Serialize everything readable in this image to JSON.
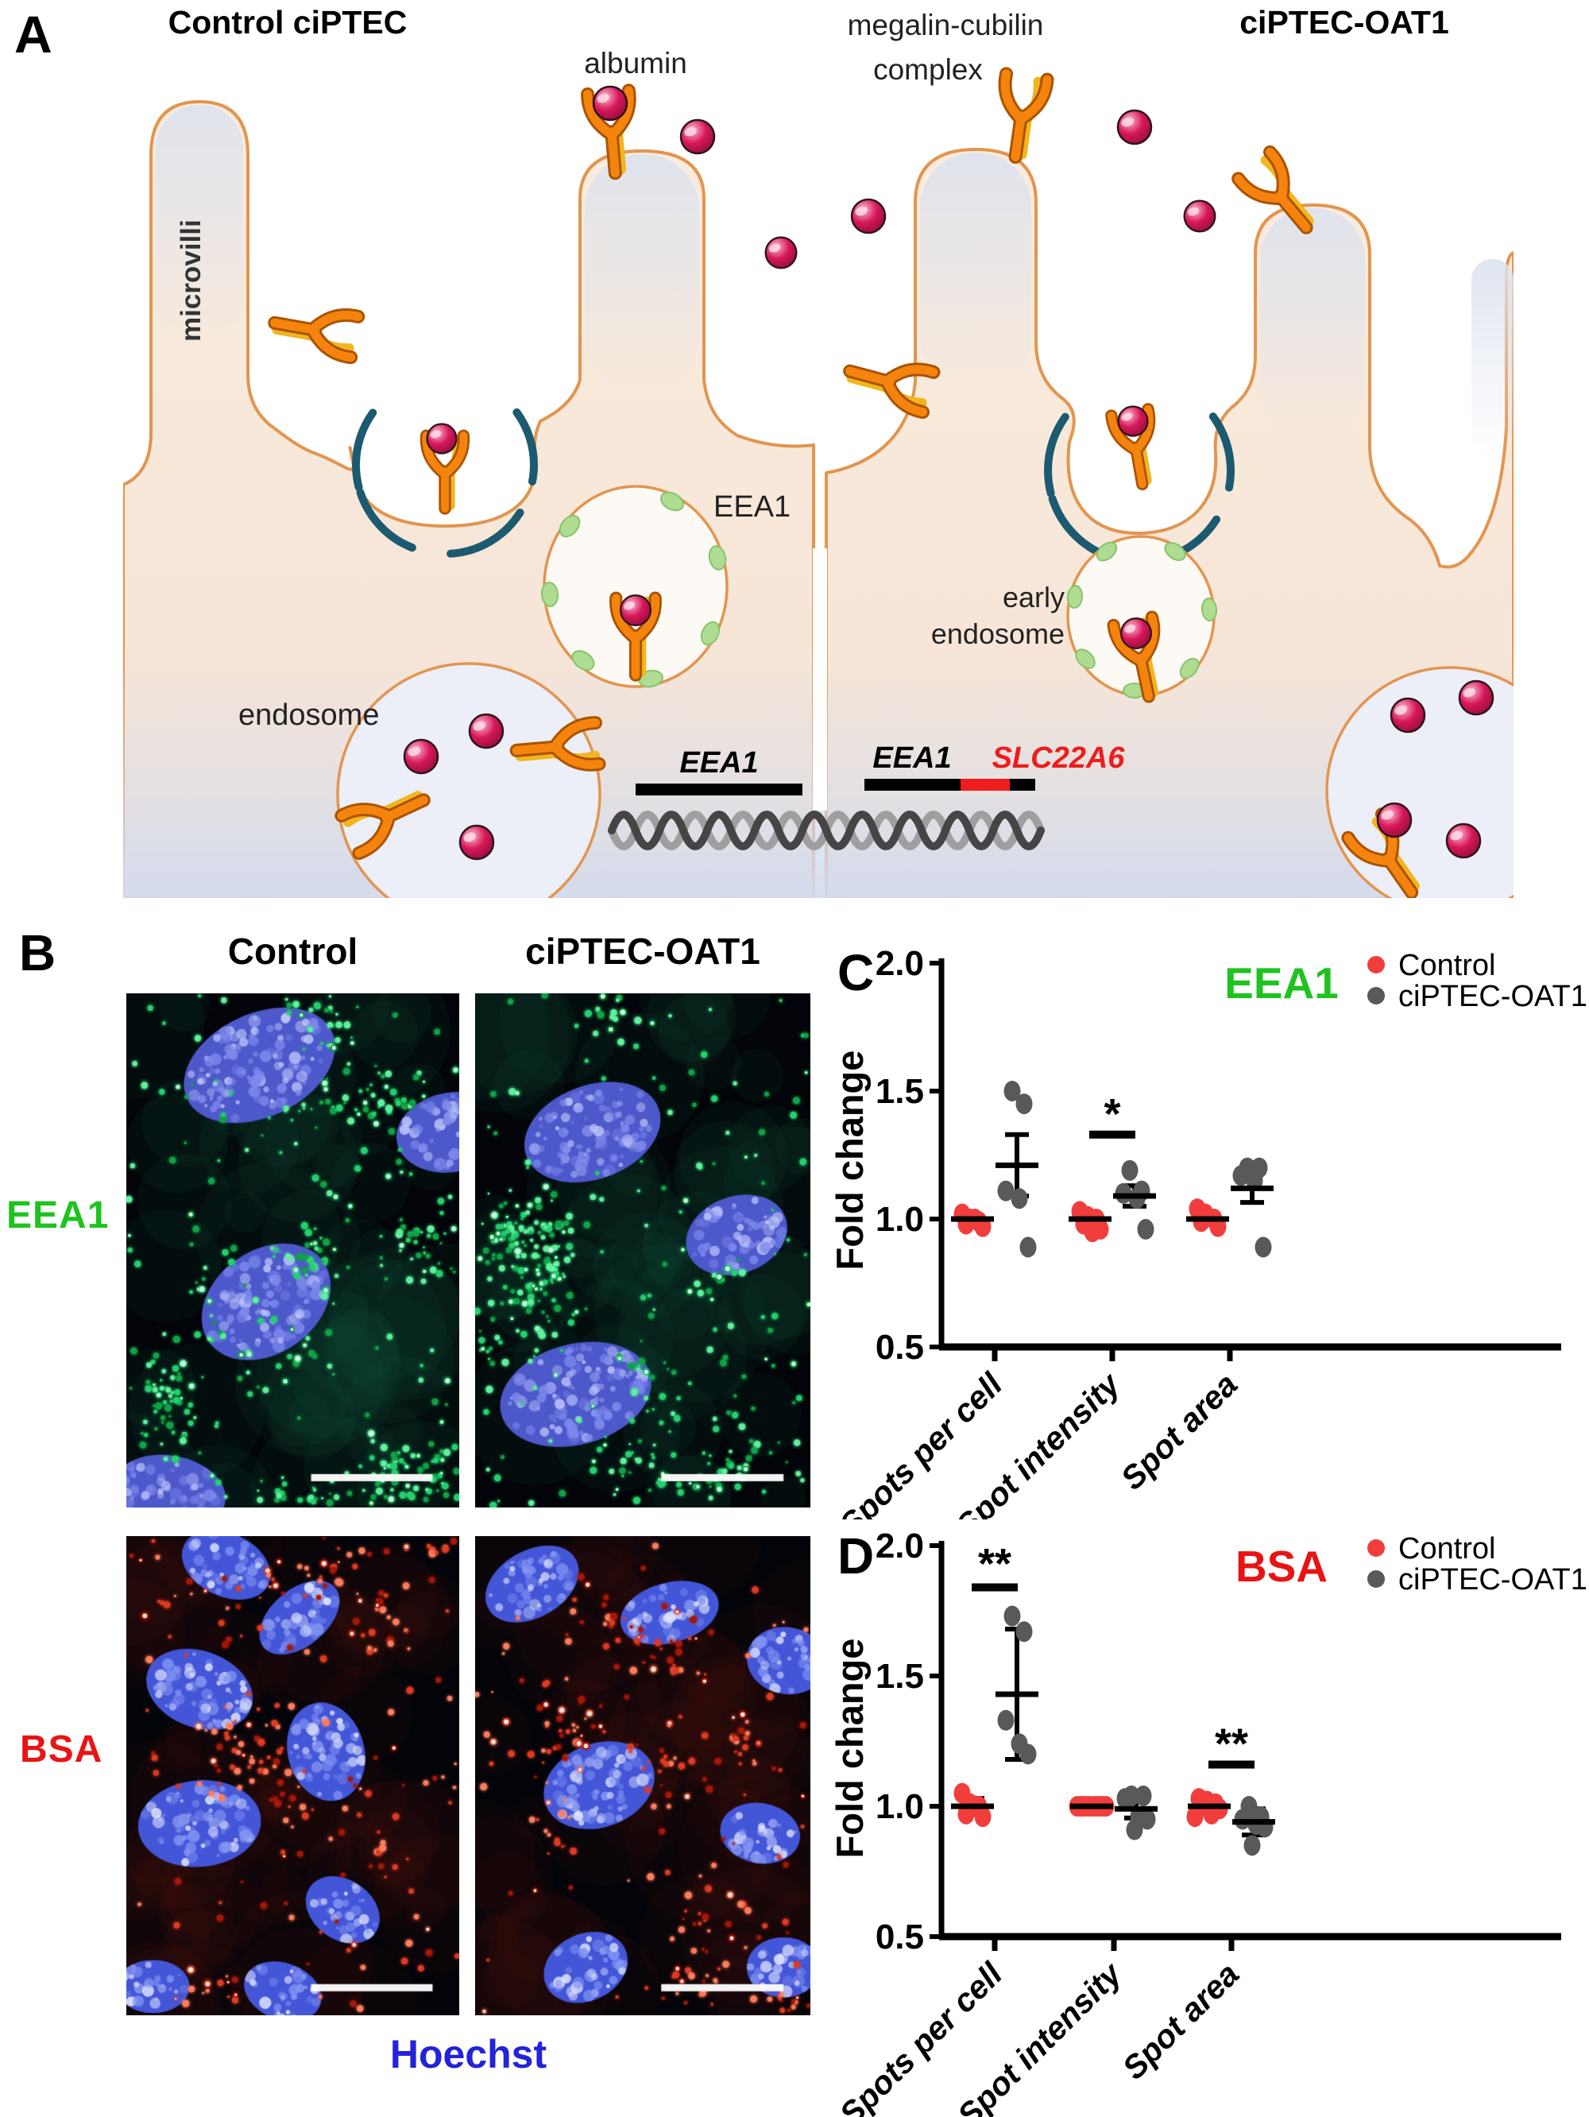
{
  "panel_a": {
    "label": "A",
    "title_left": "Control ciPTEC",
    "title_right": "ciPTEC-OAT1",
    "albumin_label": "albumin",
    "megalin_label_line1": "megalin-cubilin",
    "megalin_label_line2": "complex",
    "microvilli_label": "microvilli",
    "eea1_label": "EEA1",
    "early_endosome_line1": "early",
    "early_endosome_line2": "endosome",
    "endosome_label": "endosome",
    "gene_left_label": "EEA1",
    "gene_right_label": "EEA1",
    "gene_right_label2": "SLC22A6",
    "colors": {
      "membrane": "#e2954f",
      "cell_fill": "#f8e9da",
      "clathrin": "#1c5a70",
      "receptor_orange": "#f5840e",
      "receptor_outline": "#aa5300",
      "receptor_yellow": "#f2b51d",
      "albumin_ball": "#d6175a",
      "eea1_dot_green": "#aedd92",
      "gene_bar_black": "#000000",
      "slc22a6_red": "#ee1c1c"
    }
  },
  "panel_b": {
    "label": "B",
    "column_headers": [
      "Control",
      "ciPTEC-OAT1"
    ],
    "row_labels": [
      {
        "text": "EEA1",
        "color": "#1fc31f"
      },
      {
        "text": "BSA",
        "color": "#e81414"
      }
    ],
    "footer_label": {
      "text": "Hoechst",
      "color": "#2323d9"
    },
    "stain_note": "scale-bar",
    "images": [
      {
        "name": "eea1-control",
        "row": "EEA1",
        "column": "Control",
        "seed": 7,
        "speckle_count": 520,
        "nuclei": [
          [
            0.4,
            0.14,
            0.24,
            0.155,
            -25
          ],
          [
            0.98,
            0.27,
            0.17,
            0.12,
            -10
          ],
          [
            0.42,
            0.6,
            0.21,
            0.155,
            -35
          ],
          [
            0.13,
            0.97,
            0.17,
            0.11,
            10
          ]
        ]
      },
      {
        "name": "eea1-oat1",
        "row": "EEA1",
        "column": "ciPTEC-OAT1",
        "seed": 11,
        "speckle_count": 470,
        "nuclei": [
          [
            0.35,
            0.27,
            0.21,
            0.14,
            -20
          ],
          [
            0.78,
            0.47,
            0.155,
            0.115,
            -20
          ],
          [
            0.3,
            0.78,
            0.23,
            0.15,
            -15
          ]
        ]
      },
      {
        "name": "bsa-control",
        "row": "BSA",
        "column": "Control",
        "seed": 23,
        "speckle_count": 300,
        "nuclei": [
          [
            0.3,
            0.06,
            0.14,
            0.095,
            25
          ],
          [
            0.52,
            0.17,
            0.14,
            0.085,
            -40
          ],
          [
            0.22,
            0.32,
            0.165,
            0.115,
            20
          ],
          [
            0.6,
            0.45,
            0.115,
            0.15,
            -15
          ],
          [
            0.22,
            0.6,
            0.185,
            0.13,
            -5
          ],
          [
            0.65,
            0.78,
            0.12,
            0.09,
            35
          ],
          [
            0.08,
            0.94,
            0.11,
            0.08,
            0
          ],
          [
            0.47,
            0.95,
            0.12,
            0.085,
            20
          ]
        ]
      },
      {
        "name": "bsa-oat1",
        "row": "BSA",
        "column": "ciPTEC-OAT1",
        "seed": 31,
        "speckle_count": 330,
        "nuclei": [
          [
            0.17,
            0.1,
            0.15,
            0.1,
            -30
          ],
          [
            0.58,
            0.16,
            0.15,
            0.09,
            -15
          ],
          [
            0.93,
            0.26,
            0.12,
            0.1,
            10
          ],
          [
            0.37,
            0.52,
            0.17,
            0.125,
            -20
          ],
          [
            0.85,
            0.62,
            0.12,
            0.09,
            10
          ],
          [
            0.33,
            0.9,
            0.13,
            0.1,
            -25
          ],
          [
            0.92,
            0.9,
            0.11,
            0.09,
            0
          ]
        ]
      }
    ]
  },
  "chart_data": [
    {
      "id": "C",
      "type": "scatter",
      "panel_label": "C",
      "title": "EEA1",
      "title_color": "#1fc31f",
      "ylabel": "Fold change",
      "ylim": [
        0.5,
        2.0
      ],
      "yticks": [
        "0.5",
        "1.0",
        "1.5",
        "2.0"
      ],
      "categories": [
        "Spots per cell",
        "Spot intensity",
        "Spot area"
      ],
      "legend": [
        {
          "label": "Control",
          "color": "#f23d3d"
        },
        {
          "label": "ciPTEC-OAT1",
          "color": "#58595b"
        }
      ],
      "grid": false,
      "groups": [
        {
          "category": "Spots per cell",
          "control": {
            "values": [
              1.02,
              1.0,
              0.99,
              0.98,
              0.97,
              1.0
            ],
            "mean": 1.0,
            "error": 0.012
          },
          "ciptec_oat1": {
            "values": [
              1.5,
              1.45,
              1.11,
              1.08,
              0.89
            ],
            "mean": 1.21,
            "error": 0.12
          },
          "significance": null
        },
        {
          "category": "Spot intensity",
          "control": {
            "values": [
              1.03,
              1.01,
              1.0,
              0.98,
              0.96,
              0.95
            ],
            "mean": 1.0,
            "error": 0.012
          },
          "ciptec_oat1": {
            "values": [
              1.19,
              1.11,
              1.1,
              1.08,
              0.96
            ],
            "mean": 1.09,
            "error": 0.04
          },
          "significance": {
            "label": "*",
            "bar_y": 1.33,
            "label_y": 1.41
          }
        },
        {
          "category": "Spot area",
          "control": {
            "values": [
              1.04,
              1.02,
              1.0,
              0.99,
              0.97
            ],
            "mean": 1.0,
            "error": 0.012
          },
          "ciptec_oat1": {
            "values": [
              1.2,
              1.2,
              1.17,
              1.15,
              0.89
            ],
            "mean": 1.12,
            "error": 0.055
          },
          "significance": null
        }
      ]
    },
    {
      "id": "D",
      "type": "scatter",
      "panel_label": "D",
      "title": "BSA",
      "title_color": "#e81414",
      "ylabel": "Fold change",
      "ylim": [
        0.5,
        2.0
      ],
      "yticks": [
        "0.5",
        "1.0",
        "1.5",
        "2.0"
      ],
      "categories": [
        "Spots per cell",
        "Spot intensity",
        "Spot area"
      ],
      "legend": [
        {
          "label": "Control",
          "color": "#f23d3d"
        },
        {
          "label": "ciPTEC-OAT1",
          "color": "#58595b"
        }
      ],
      "grid": false,
      "groups": [
        {
          "category": "Spots per cell",
          "control": {
            "values": [
              1.05,
              1.01,
              1.0,
              0.97,
              0.96
            ],
            "mean": 1.0,
            "error": 0.03
          },
          "ciptec_oat1": {
            "values": [
              1.73,
              1.67,
              1.33,
              1.24,
              1.2
            ],
            "mean": 1.43,
            "error": 0.25
          },
          "significance": {
            "label": "**",
            "bar_y": 1.84,
            "label_y": 1.93
          }
        },
        {
          "category": "Spot intensity",
          "control": {
            "values": [
              1.0,
              1.0,
              1.0,
              1.0,
              1.0,
              1.0,
              1.0,
              1.0
            ],
            "mean": 1.0,
            "error": 0.008
          },
          "ciptec_oat1": {
            "values": [
              1.04,
              1.04,
              1.03,
              0.96,
              0.95,
              0.91
            ],
            "mean": 0.99,
            "error": 0.035
          },
          "significance": null
        },
        {
          "category": "Spot area",
          "control": {
            "values": [
              1.03,
              1.02,
              1.01,
              1.0,
              0.99,
              0.97,
              0.96
            ],
            "mean": 1.0,
            "error": 0.015
          },
          "ciptec_oat1": {
            "values": [
              1.0,
              0.96,
              0.95,
              0.93,
              0.92,
              0.85
            ],
            "mean": 0.94,
            "error": 0.05
          },
          "significance": {
            "label": "**",
            "bar_y": 1.16,
            "label_y": 1.24
          }
        }
      ]
    }
  ]
}
